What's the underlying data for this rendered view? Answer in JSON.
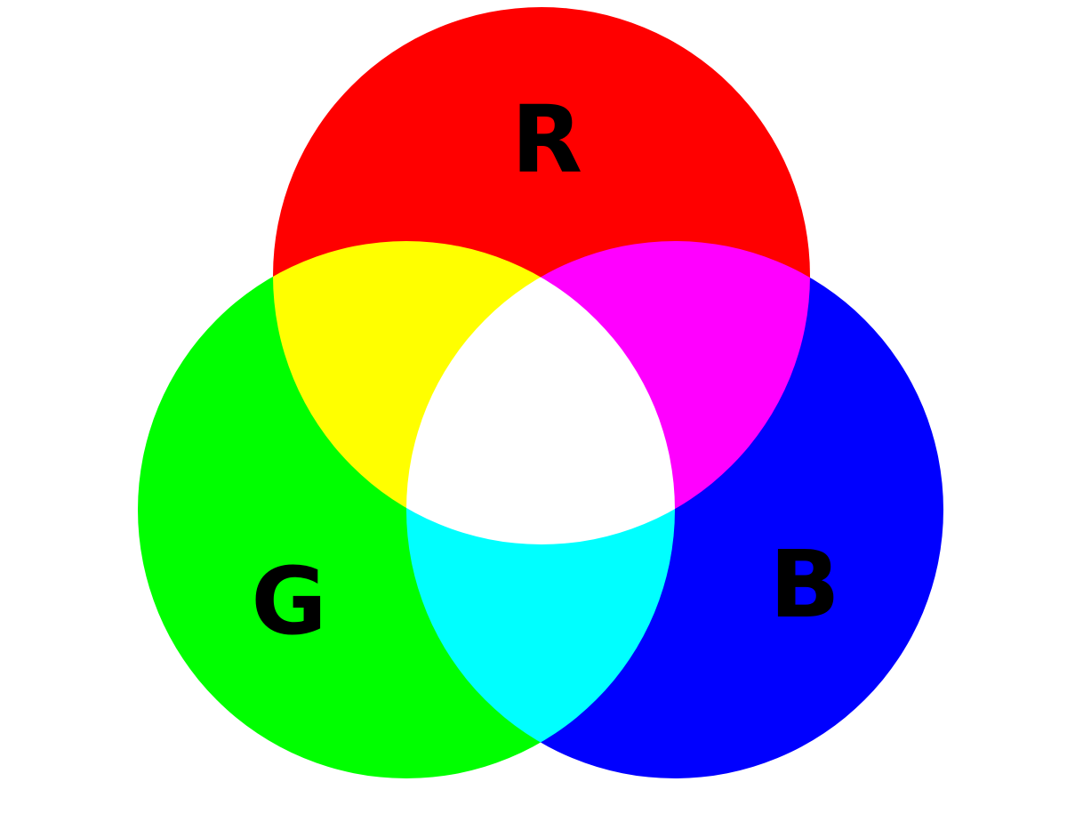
{
  "diagram": {
    "circles": [
      {
        "id": "red",
        "label": "R",
        "color": "#ff0000"
      },
      {
        "id": "green",
        "label": "G",
        "color": "#00ff00"
      },
      {
        "id": "blue",
        "label": "B",
        "color": "#0000ff"
      }
    ],
    "overlaps": {
      "red_green": "#ffff00",
      "red_blue": "#ff00ff",
      "green_blue": "#00ffff",
      "all": "#ffffff"
    },
    "background": "#ffffff"
  }
}
